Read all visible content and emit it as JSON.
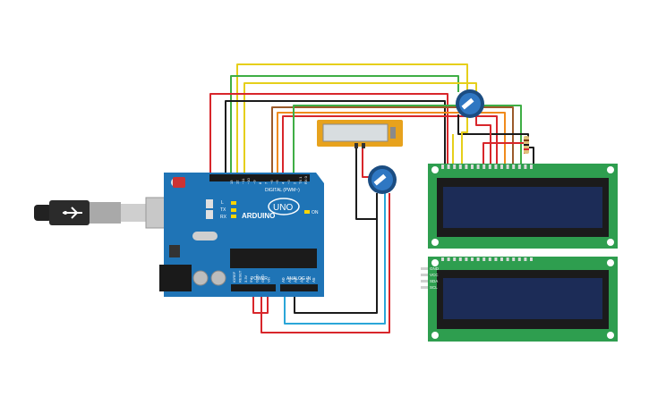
{
  "colors": {
    "board": "#1f74b6",
    "board_dark": "#16588b",
    "lcd_pcb": "#2e9e4f",
    "lcd_screen": "#1c2c57",
    "pot_body": "#2f77c2",
    "slide_body": "#e7a21d",
    "wire_red": "#d8262b",
    "wire_yellow": "#e6cf1a",
    "wire_green": "#3fae45",
    "wire_black": "#1b1b1b",
    "wire_brown": "#9b5a2a",
    "wire_blue": "#2aa6d8",
    "wire_orange": "#f08a1c"
  },
  "arduino": {
    "brand": "ARDUINO",
    "model": "UNO",
    "digital_label": "DIGITAL (PWM~)",
    "power_label": "POWER",
    "analog_label": "ANALOG IN",
    "aref": "AREF",
    "gnd": "GND",
    "tx": "TX",
    "rx": "RX",
    "l_led": "L",
    "on_led": "ON",
    "digital_pins": [
      "13",
      "12",
      "~11",
      "~10",
      "~9",
      "8",
      "7",
      "~6",
      "~5",
      "4",
      "~3",
      "2",
      "TX 1",
      "RX 0"
    ],
    "power_pins": [
      "IOREF",
      "RESET",
      "3.3V",
      "5V",
      "GND",
      "GND",
      "Vin"
    ],
    "analog_pins": [
      "A0",
      "A1",
      "A2",
      "A3",
      "A4",
      "A5"
    ]
  },
  "lcd_bottom": {
    "pins": [
      "GND",
      "VCC",
      "SDA",
      "SCL"
    ]
  },
  "icons": {
    "usb_cable": "usb-plug-icon",
    "potentiometer": "potentiometer-icon"
  }
}
